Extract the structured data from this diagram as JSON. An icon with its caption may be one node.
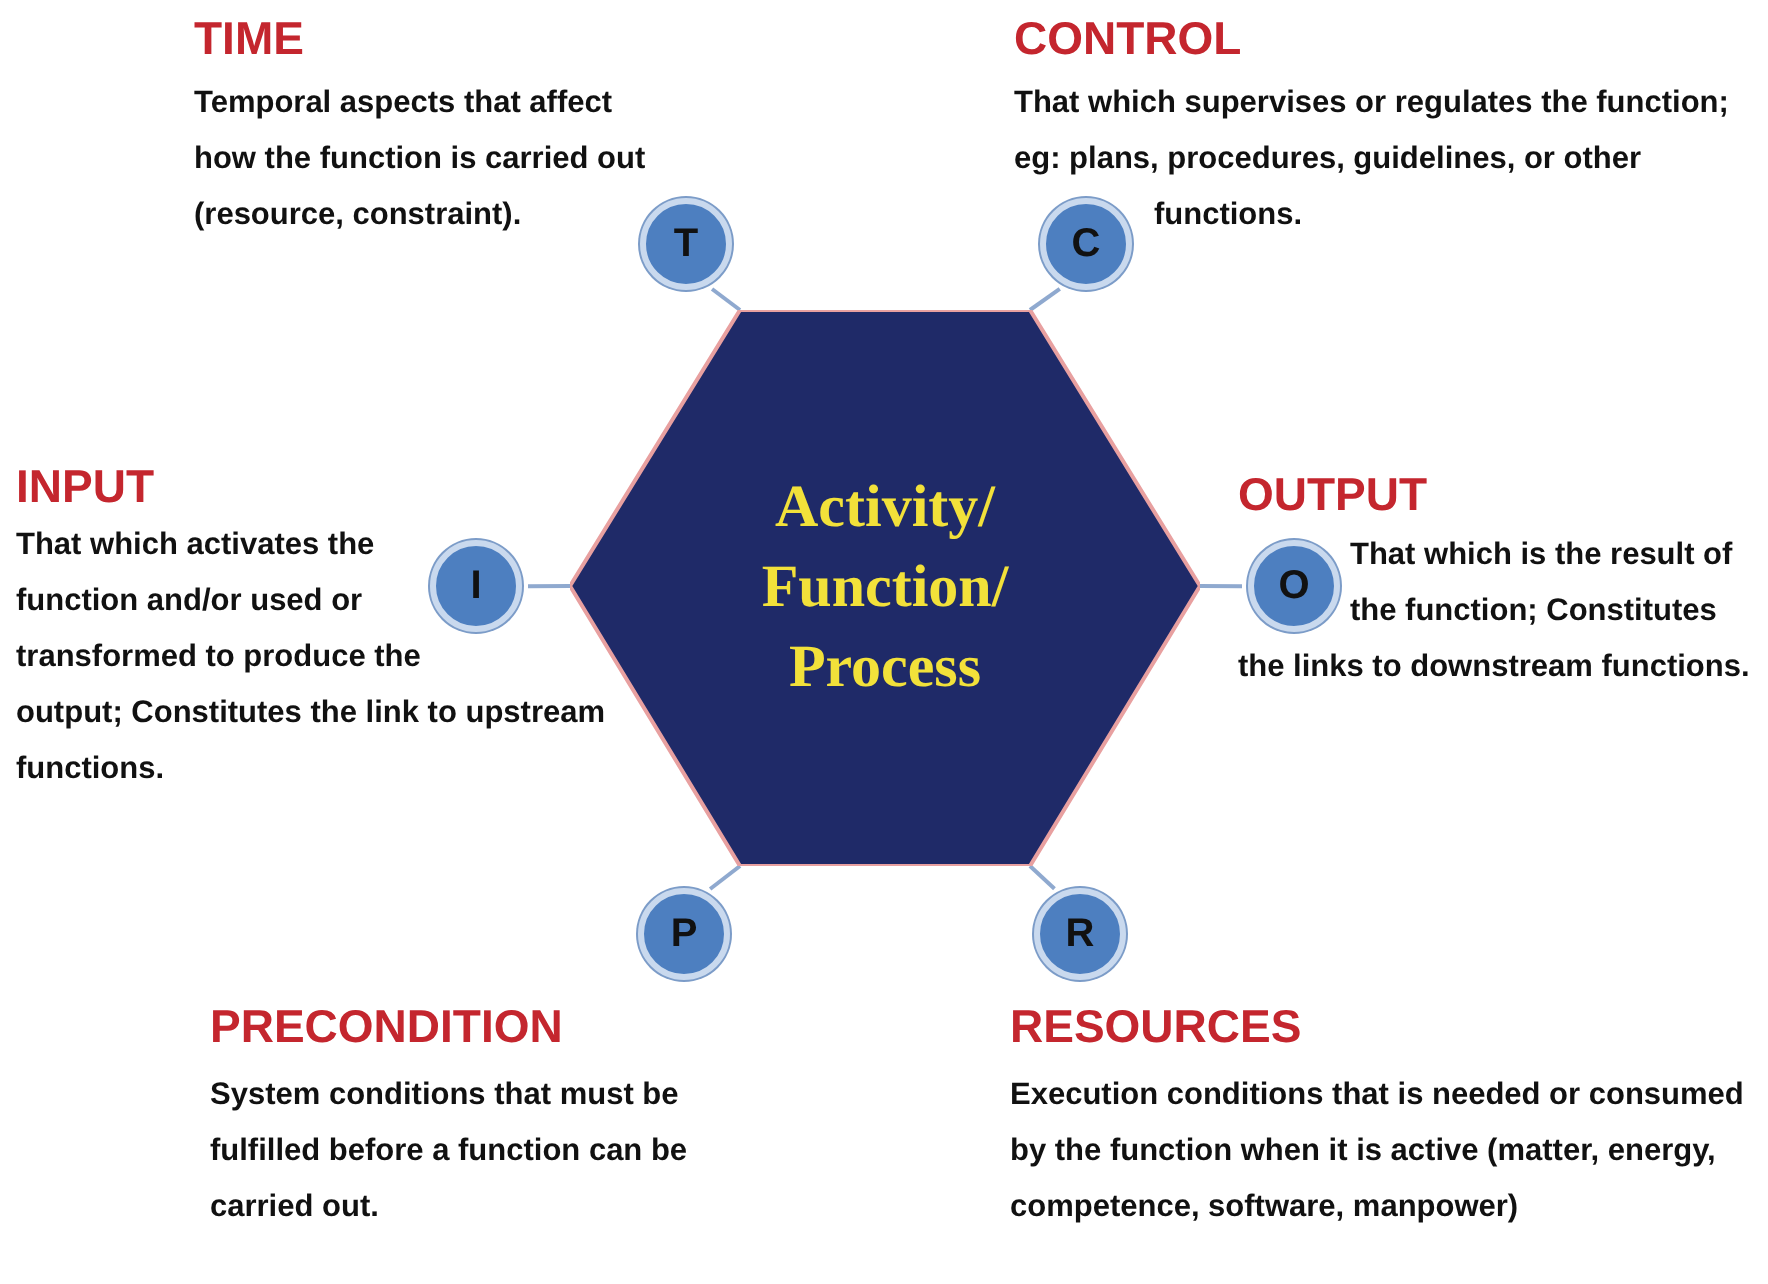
{
  "diagram": {
    "nodes": [
      {
        "text": [
          "Activity/ Function/ Process"
        ]
      },
      {
        "text": [
          "T"
        ],
        "beside": [
          "TIME",
          "Temporal aspects that affect how the function is carried out (resource, constraint)."
        ]
      },
      {
        "text": [
          "C"
        ],
        "beside": [
          "CONTROL",
          "That which supervises or regulates the function; eg: plans, procedures, guidelines, or other functions."
        ]
      },
      {
        "text": [
          "I"
        ],
        "beside": [
          "INPUT",
          "That which activates the function and/or used or transformed to produce the output; Constitutes the link to upstream functions."
        ]
      },
      {
        "text": [
          "O"
        ],
        "beside": [
          "OUTPUT",
          "That which is the result of the function; Constitutes the links to downstream functions."
        ]
      },
      {
        "text": [
          "P"
        ],
        "beside": [
          "PRECONDITION",
          "System conditions that must be fulfilled before a function can be carried out."
        ]
      },
      {
        "text": [
          "R"
        ],
        "beside": [
          "RESOURCES",
          "Execution conditions that is needed or consumed by the function when it is active (matter, energy, competence, software, manpower)"
        ]
      }
    ],
    "edges": [
      {
        "from": 1,
        "to": 0,
        "arrow": "none"
      },
      {
        "from": 2,
        "to": 0,
        "arrow": "none"
      },
      {
        "from": 3,
        "to": 0,
        "arrow": "none"
      },
      {
        "from": 4,
        "to": 0,
        "arrow": "none"
      },
      {
        "from": 5,
        "to": 0,
        "arrow": "none"
      },
      {
        "from": 6,
        "to": 0,
        "arrow": "none"
      }
    ]
  }
}
